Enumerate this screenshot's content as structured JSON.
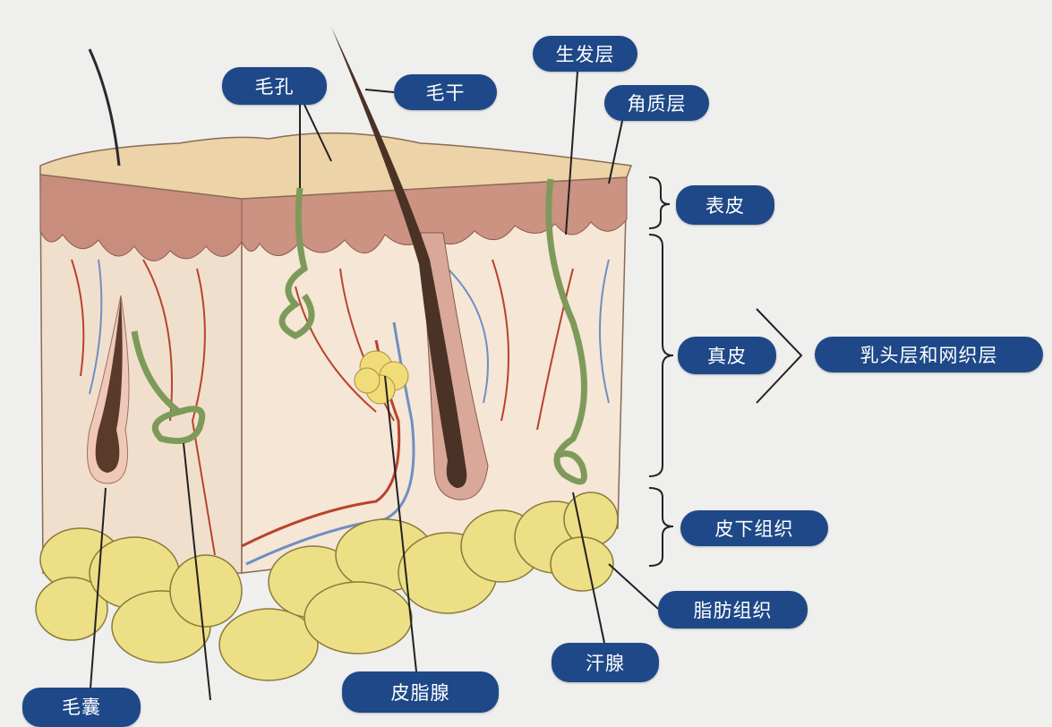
{
  "labels": {
    "pore": "毛孔",
    "hair_shaft": "毛干",
    "germinal_layer": "生发层",
    "stratum_corneum": "角质层",
    "epidermis": "表皮",
    "dermis": "真皮",
    "papillary_reticular": "乳头层和网织层",
    "subcutaneous": "皮下组织",
    "adipose": "脂肪组织",
    "sweat_gland": "汗腺",
    "sebaceous_gland": "皮脂腺",
    "hair_follicle": "毛囊"
  },
  "colors": {
    "label_bg": "#1e4888",
    "label_text": "#ffffff",
    "skin_surface": "#ecd3a8",
    "epidermis": "#c98d7e",
    "dermis": "#f3e2d0",
    "fat": "#ecdf86",
    "artery": "#b8432e",
    "vein": "#6f8fc0",
    "gland": "#7e9a5a"
  }
}
